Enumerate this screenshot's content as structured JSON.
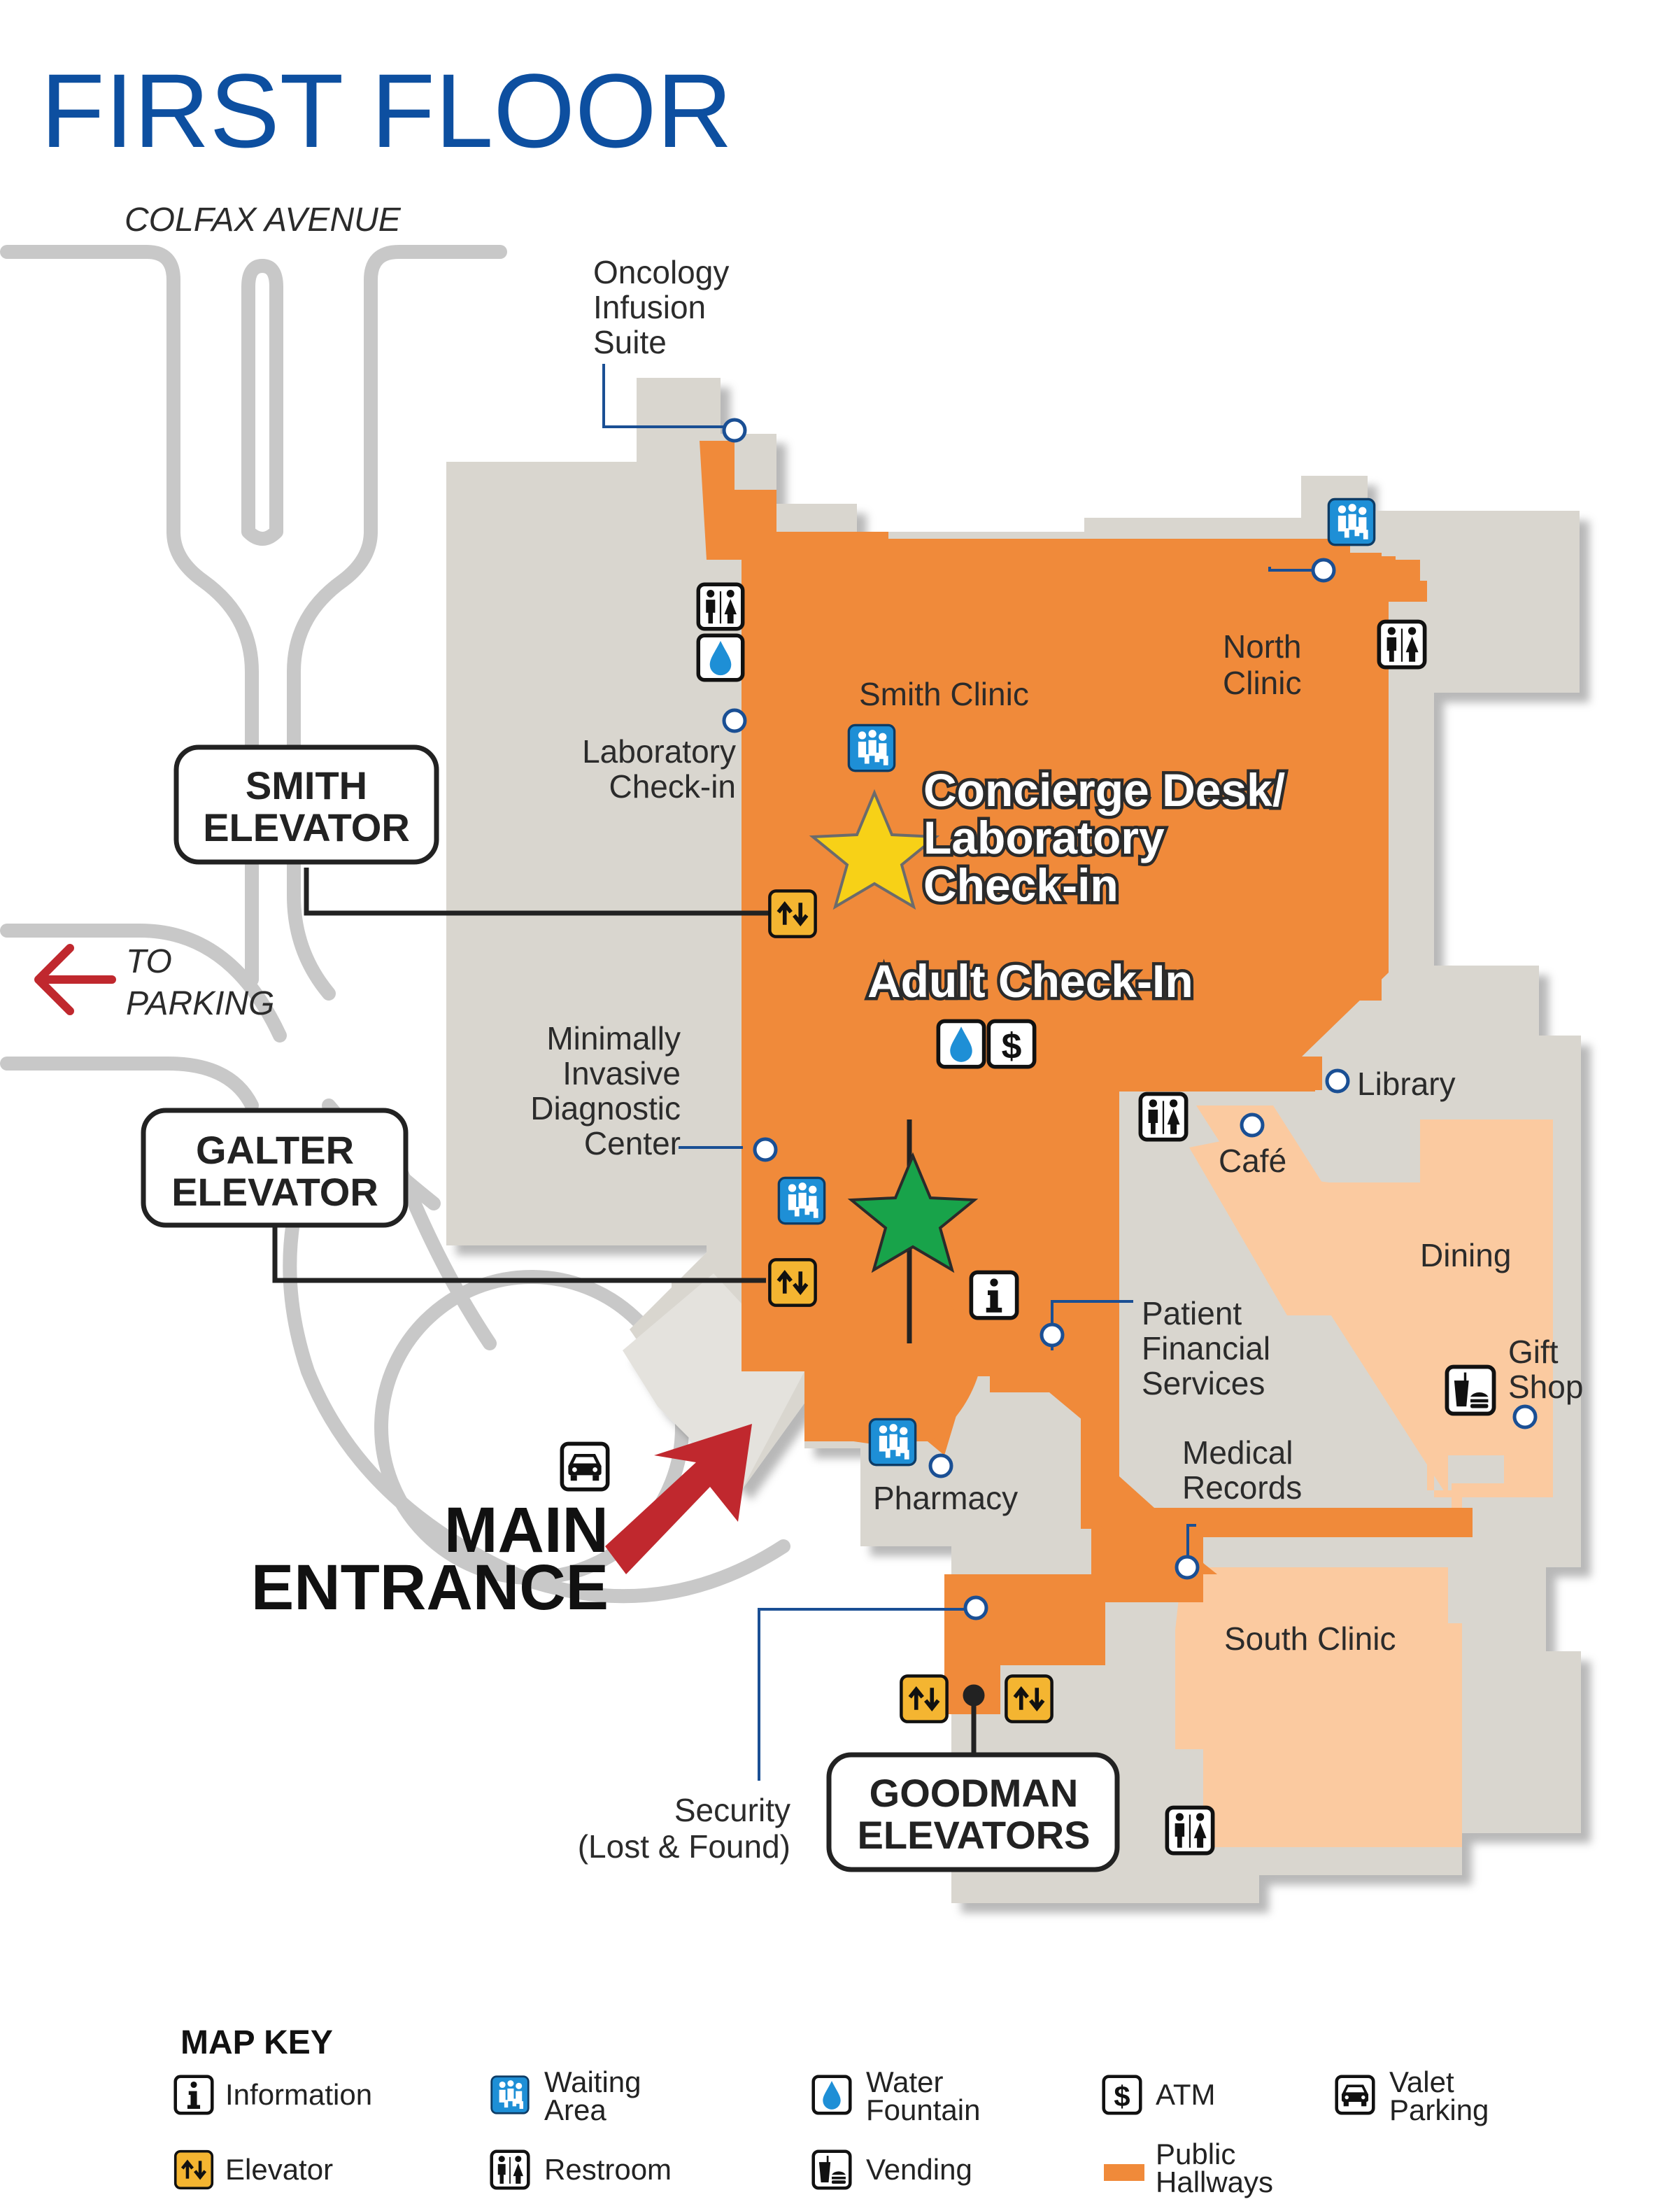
{
  "title": "FIRST FLOOR",
  "streets": {
    "colfax": "COLFAX AVENUE",
    "parking_line1": "TO",
    "parking_line2": "PARKING"
  },
  "labels": {
    "oncology": [
      "Oncology",
      "Infusion",
      "Suite"
    ],
    "lab_checkin": [
      "Laboratory",
      "Check-in"
    ],
    "smith_clinic": "Smith Clinic",
    "north_clinic": [
      "North",
      "Clinic"
    ],
    "midc": [
      "Minimally",
      "Invasive",
      "Diagnostic",
      "Center"
    ],
    "library": "Library",
    "cafe": "Café",
    "dining": "Dining",
    "gift_shop": [
      "Gift",
      "Shop"
    ],
    "pfs": [
      "Patient",
      "Financial",
      "Services"
    ],
    "medical_records": [
      "Medical",
      "Records"
    ],
    "pharmacy": "Pharmacy",
    "south_clinic": "South Clinic",
    "security": [
      "Security",
      "(Lost & Found)"
    ]
  },
  "highlights": {
    "concierge": [
      "Concierge Desk/",
      "Laboratory",
      "Check-in"
    ],
    "adult": "Adult Check-In"
  },
  "elevators": {
    "smith": [
      "SMITH",
      "ELEVATOR"
    ],
    "galter": [
      "GALTER",
      "ELEVATOR"
    ],
    "goodman": [
      "GOODMAN",
      "ELEVATORS"
    ]
  },
  "main_entrance": [
    "MAIN",
    "ENTRANCE"
  ],
  "map_key": {
    "title": "MAP KEY",
    "items": {
      "information": "Information",
      "elevator": "Elevator",
      "waiting": [
        "Waiting",
        "Area"
      ],
      "restroom": "Restroom",
      "water": [
        "Water",
        "Fountain"
      ],
      "vending": "Vending",
      "atm": "ATM",
      "hallways": [
        "Public",
        "Hallways"
      ],
      "valet": [
        "Valet",
        "Parking"
      ]
    }
  },
  "colors": {
    "title_blue": "#0d4fa0",
    "building_gray": "#d9d6cf",
    "hallway_orange": "#f08a3a",
    "dining_peach": "#fbcaa0",
    "street_gray": "#c8c8c8",
    "waiting_blue": "#1e8fd6",
    "elevator_yellow": "#f4b531",
    "arrow_red": "#c0282e",
    "star_yellow": "#f7d117",
    "star_green": "#18a34a",
    "link_blue": "#1a4f94"
  },
  "icons": [
    "information-icon",
    "elevator-icon",
    "waiting-area-icon",
    "restroom-icon",
    "water-fountain-icon",
    "vending-icon",
    "atm-icon",
    "valet-parking-icon"
  ]
}
